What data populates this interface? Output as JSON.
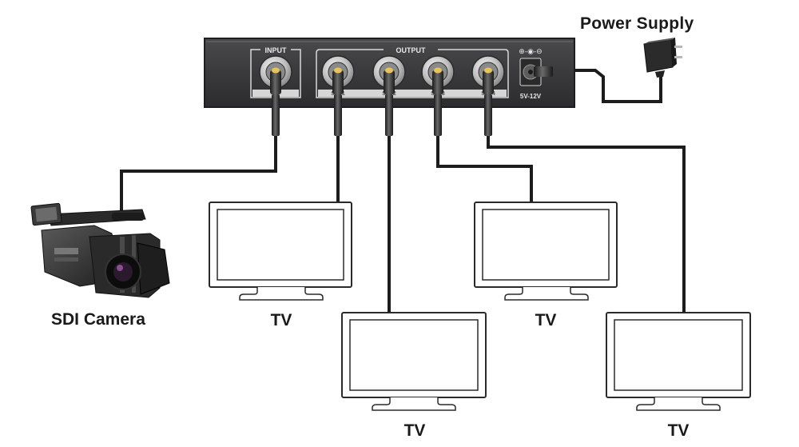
{
  "diagram": {
    "device": {
      "input_label": "INPUT",
      "output_label": "OUTPUT",
      "power_jack_label": "5V-12V",
      "port_labels": [
        "SDI 1",
        "SDI 2",
        "SDI 3",
        "SDI 4"
      ]
    },
    "labels": {
      "power_supply": "Power Supply",
      "camera": "SDI Camera",
      "tv": [
        "TV",
        "TV",
        "TV",
        "TV"
      ]
    },
    "colors": {
      "device_body": "#3a3a3c",
      "device_border": "#1e1e20",
      "cable": "#1c1c1c",
      "screen_outline": "#2a2a2a",
      "connector_gold": "#e6c45a",
      "text": "#1a1a1a"
    }
  }
}
